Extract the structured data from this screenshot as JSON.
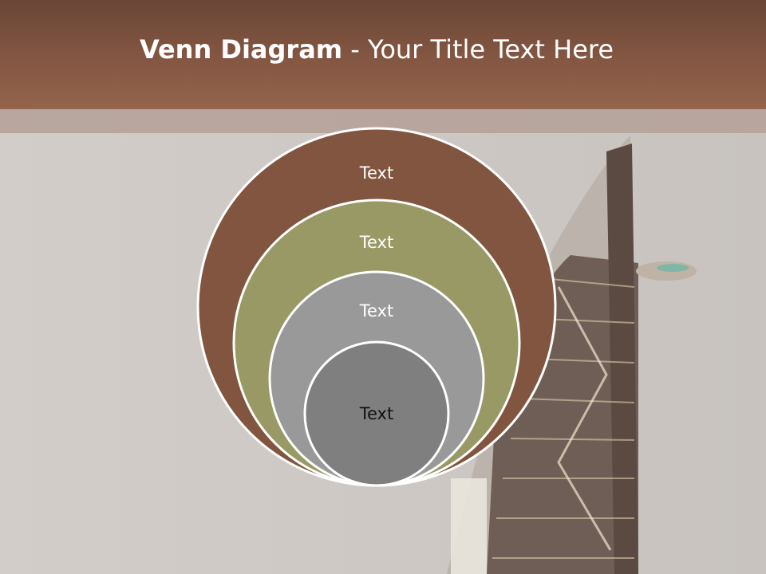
{
  "title": {
    "bold": "Venn Diagram",
    "rest": " - Your Title Text Here"
  },
  "colors": {
    "header": "#845743",
    "outer_circle": "#81553f",
    "second_circle": "#999966",
    "third_circle": "#999999",
    "inner_circle": "#7f7f7f",
    "ring_stroke": "#ffffff"
  },
  "diagram": {
    "circles": [
      {
        "label": "Text"
      },
      {
        "label": "Text"
      },
      {
        "label": "Text"
      },
      {
        "label": "Text"
      }
    ]
  }
}
